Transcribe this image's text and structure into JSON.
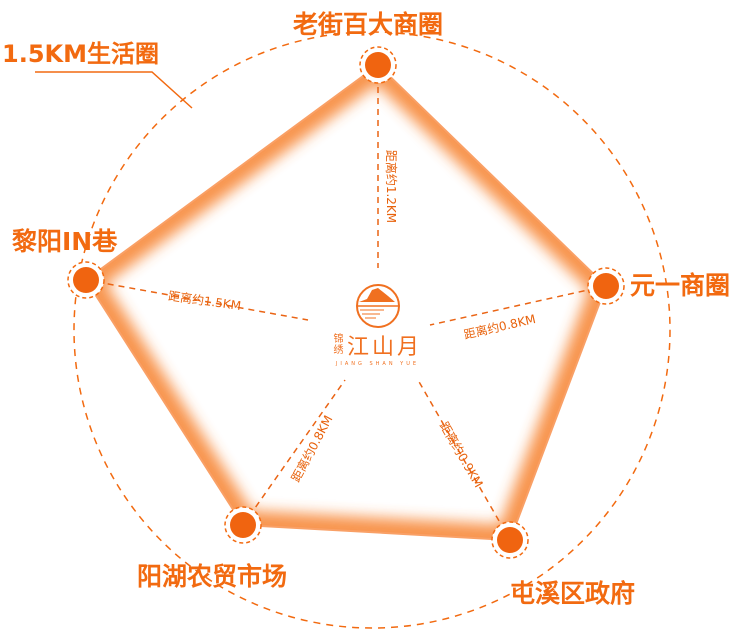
{
  "title": "1.5KM生活圈",
  "accent": "#f26a10",
  "nodes": [
    {
      "name": "老街百大商圈",
      "distance": "距离约1.2KM"
    },
    {
      "name": "元一商圈",
      "distance": "距离约0.8KM"
    },
    {
      "name": "屯溪区政府",
      "distance": "距离约0.9KM"
    },
    {
      "name": "阳湖农贸市场",
      "distance": "距离约0.8KM"
    },
    {
      "name": "黎阳IN巷",
      "distance": "距离约1.5KM"
    }
  ],
  "center": {
    "logo_small": "锦绣",
    "logo_main": "江山月",
    "logo_pinyin": "JIANG SHAN YUE"
  }
}
